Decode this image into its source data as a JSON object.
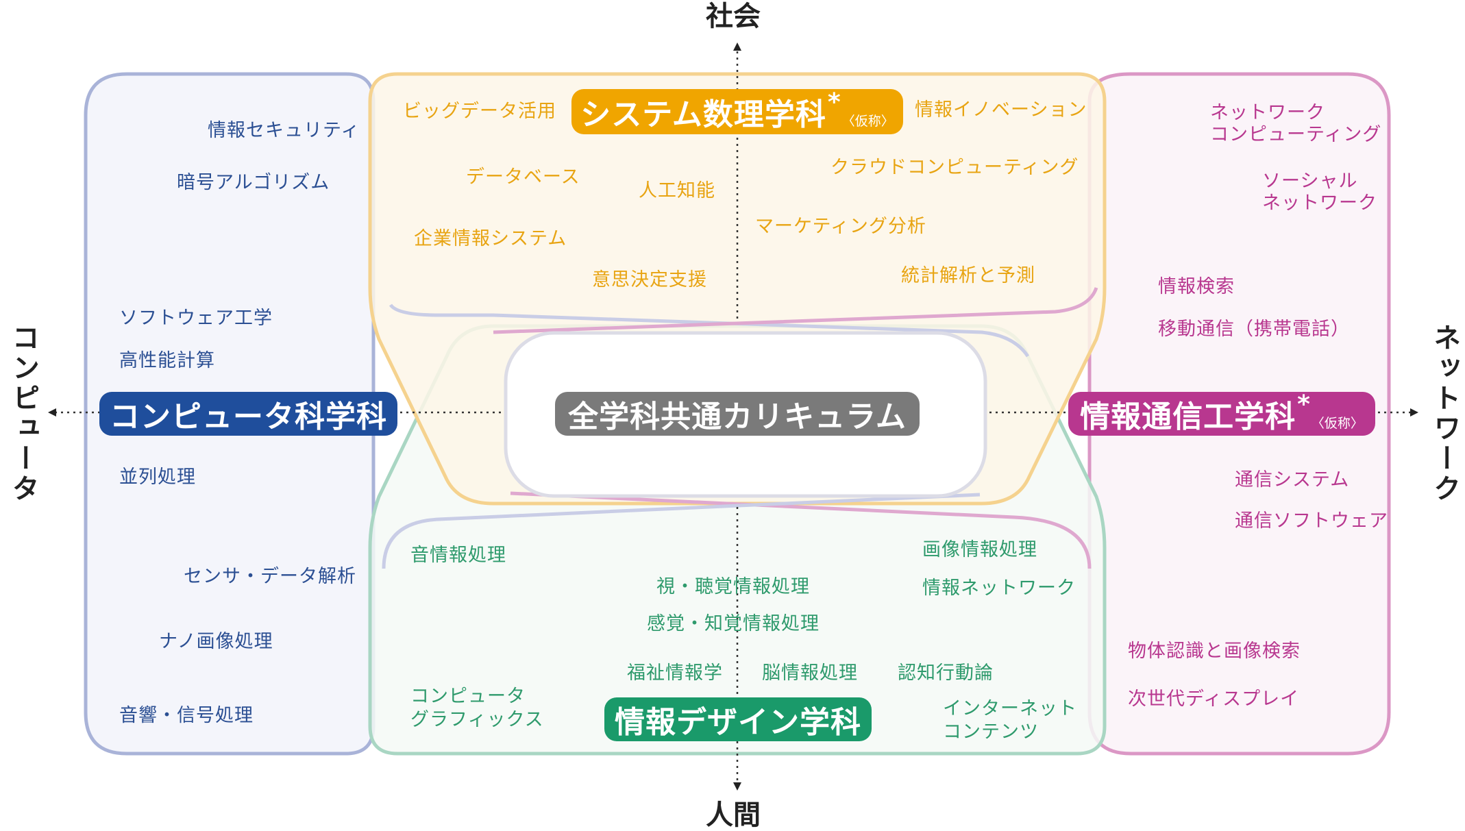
{
  "axes": {
    "top": "社会",
    "bottom": "人間",
    "left": "コンピュータ",
    "right": "ネットワーク"
  },
  "colors": {
    "blue": "#1f4e9c",
    "gold": "#f0a500",
    "pink": "#b8378f",
    "green": "#1a9a6a",
    "gray": "#7a7a7a"
  },
  "departments": {
    "system": {
      "name": "システム数理学科",
      "mark": "*",
      "note": "〈仮称〉"
    },
    "computer": {
      "name": "コンピュータ科学科"
    },
    "comm": {
      "name": "情報通信工学科",
      "mark": "*",
      "note": "〈仮称〉"
    },
    "design": {
      "name": "情報デザイン学科"
    },
    "common": {
      "name": "全学科共通カリキュラム"
    }
  },
  "topics": {
    "computer": {
      "security": "情報セキュリティ",
      "crypto": "暗号アルゴリズム",
      "software": "ソフトウェア工学",
      "hpc": "高性能計算",
      "parallel": "並列処理",
      "sensor": "センサ・データ解析",
      "nano": "ナノ画像処理",
      "acoustic": "音響・信号処理"
    },
    "system": {
      "bigdata": "ビッグデータ活用",
      "innovation": "情報イノベーション",
      "database": "データベース",
      "ai": "人工知能",
      "cloud": "クラウドコンピューティング",
      "marketing": "マーケティング分析",
      "enterprise": "企業情報システム",
      "decision": "意思決定支援",
      "statistics": "統計解析と予測"
    },
    "comm": {
      "netcomp_1": "ネットワーク",
      "netcomp_2": "コンピューティング",
      "social_1": "ソーシャル",
      "social_2": "ネットワーク",
      "search": "情報検索",
      "mobile": "移動通信（携帯電話）",
      "commsys": "通信システム",
      "commsoft": "通信ソフトウェア",
      "object": "物体認識と画像検索",
      "display": "次世代ディスプレイ"
    },
    "design": {
      "sound": "音情報処理",
      "image": "画像情報処理",
      "visual": "視・聴覚情報処理",
      "infonet": "情報ネットワーク",
      "sense": "感覚・知覚情報処理",
      "welfare": "福祉情報学",
      "brain": "脳情報処理",
      "cognitive": "認知行動論",
      "cg_1": "コンピュータ",
      "cg_2": "グラフィックス",
      "internet_1": "インターネット",
      "internet_2": "コンテンツ"
    }
  }
}
